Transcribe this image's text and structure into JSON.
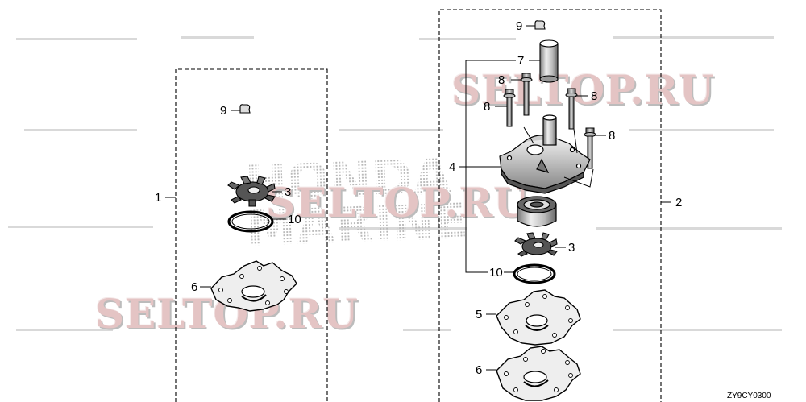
{
  "diagram": {
    "watermarks": {
      "seltop_top": "SELTOP.RU",
      "seltop_middle": "SELTOP.RU",
      "seltop_bottom": "SELTOP.RU",
      "honda_line1": "HONDA",
      "honda_line2": "MARINE"
    },
    "figure_code": "ZY9CY0300",
    "left_kit": {
      "kit_label": "1",
      "parts": [
        {
          "callout": "9"
        },
        {
          "callout": "3"
        },
        {
          "callout": "10"
        },
        {
          "callout": "6"
        }
      ]
    },
    "right_kit": {
      "kit_label": "2",
      "parts": [
        {
          "callout": "9"
        },
        {
          "callout": "7"
        },
        {
          "callout": "8"
        },
        {
          "callout": "8"
        },
        {
          "callout": "8"
        },
        {
          "callout": "8"
        },
        {
          "callout": "4"
        },
        {
          "callout": "3"
        },
        {
          "callout": "10"
        },
        {
          "callout": "5"
        },
        {
          "callout": "6"
        }
      ]
    }
  }
}
